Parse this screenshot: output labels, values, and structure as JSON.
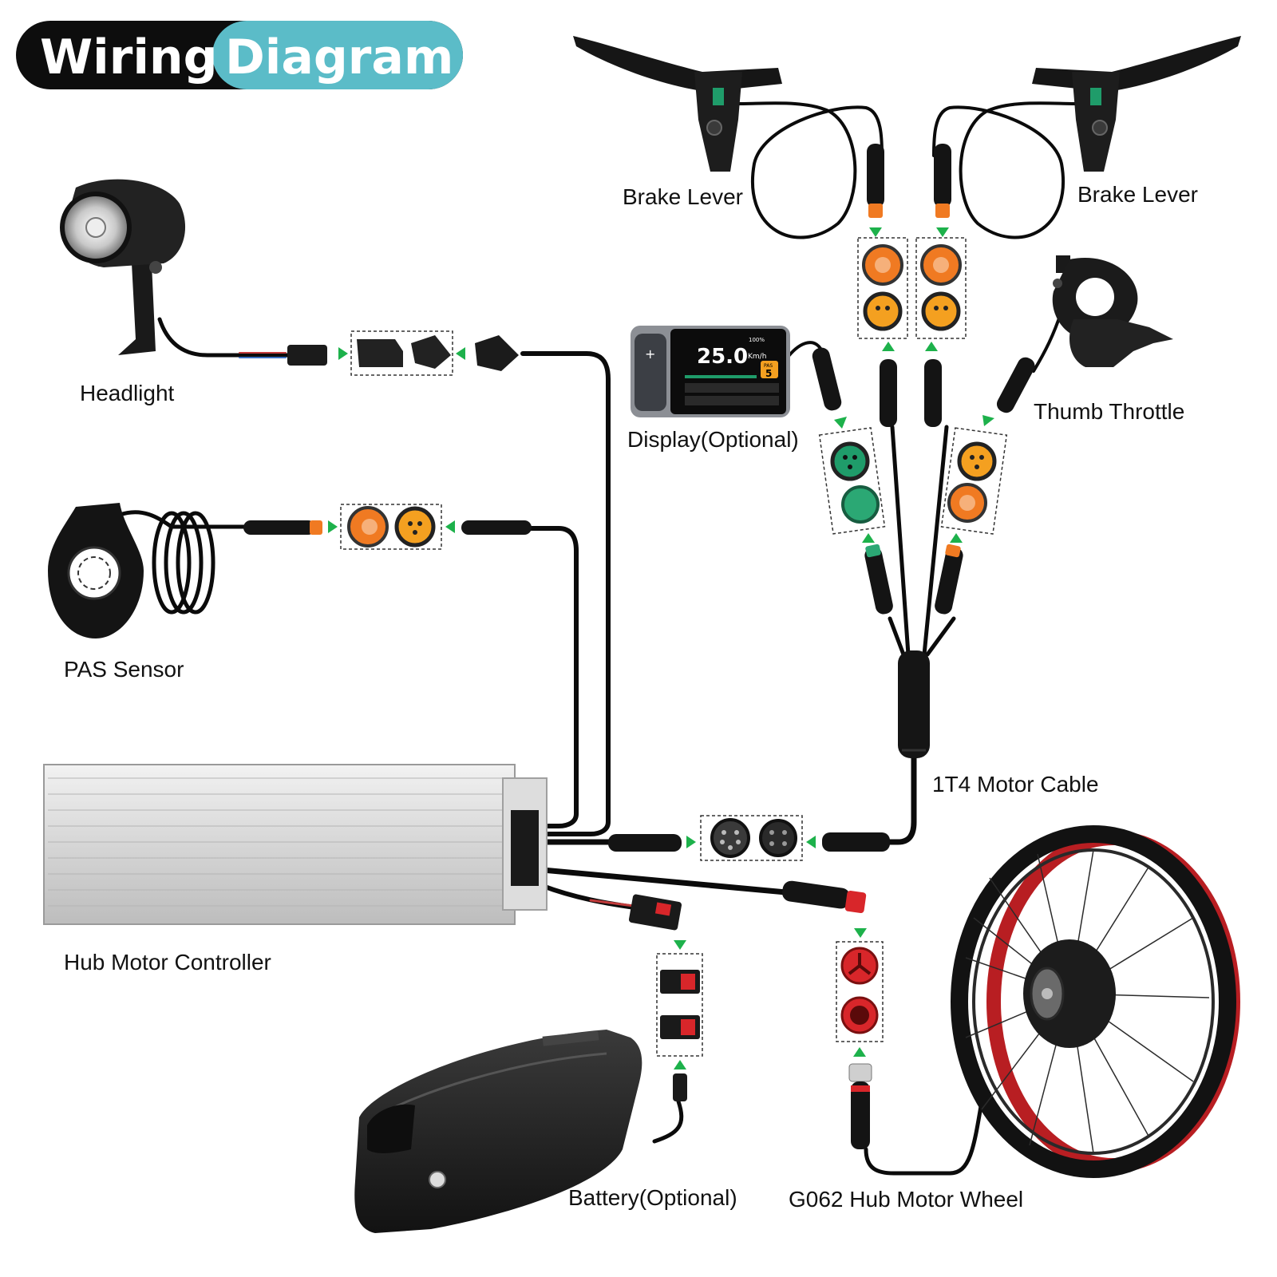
{
  "title": {
    "word1": "Wiring",
    "word2": "Diagram"
  },
  "colors": {
    "title_dark": "#0d0d0d",
    "title_accent": "#5bbcc8",
    "connector_orange": "#f07a22",
    "connector_yellow": "#f4a020",
    "connector_green": "#1f9c6a",
    "connector_red": "#d8262a",
    "arrow_green": "#1db14b",
    "cable": "#0b0b0b"
  },
  "labels": {
    "headlight": "Headlight",
    "pas_sensor": "PAS Sensor",
    "controller": "Hub Motor Controller",
    "brake_lever_left": "Brake Lever",
    "brake_lever_right": "Brake Lever",
    "display": "Display(Optional)",
    "thumb_throttle": "Thumb Throttle",
    "motor_cable": "1T4 Motor Cable",
    "battery": "Battery(Optional)",
    "hub_motor_wheel": "G062 Hub Motor Wheel"
  },
  "display_screen": {
    "speed": "25.0",
    "unit": "Km/h",
    "pas_label": "PAS",
    "pas_level": "5",
    "battery_pct": "100%"
  },
  "icons": [
    "headlight-icon",
    "pas-sensor-icon",
    "controller-icon",
    "brake-lever-icon",
    "display-icon",
    "thumb-throttle-icon",
    "motor-cable-icon",
    "battery-icon",
    "hub-motor-wheel-icon",
    "connector-icon",
    "arrow-icon"
  ]
}
